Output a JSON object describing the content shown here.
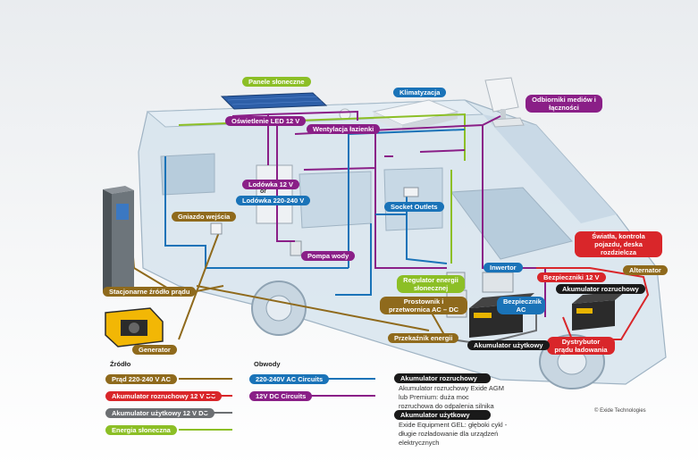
{
  "labels": {
    "solar_panels": "Panele słoneczne",
    "air_conditioning": "Klimatyzacja",
    "media_receivers": "Odbiorniki mediów i łączności",
    "led_lighting": "Oświetlenie LED 12 V",
    "bathroom_vent": "Wentylacja łazienki",
    "fridge_12v": "Lodówka 12 V",
    "or": "or",
    "fridge_ac": "Lodówka 220-240 V",
    "socket_outlets": "Socket Outlets",
    "input_socket": "Gniazdo wejścia",
    "water_pump": "Pompa wody",
    "lights_control": "Światła, kontrola pojazdu, deska rozdzielcza",
    "inverter": "Inwertor",
    "fuses_12v": "Bezpieczniki 12 V",
    "alternator": "Alternator",
    "stationary_source": "Stacjonarne źródło prądu",
    "solar_regulator": "Regulator energii słonecznej",
    "rectifier": "Prostownik i przetwornica AC – DC",
    "fuse_ac": "Bezpiecznik AC",
    "starter_battery": "Akumulator rozruchowy",
    "energy_relay": "Przekaźnik energii",
    "leisure_battery": "Akumulator użytkowy",
    "charge_distributor": "Dystrybutor prądu ładowania",
    "generator": "Generator"
  },
  "legend": {
    "source_title": "Źródło",
    "circuits_title": "Obwody",
    "sources": [
      {
        "label": "Prąd 220-240 V AC",
        "color": "#8f6a1c"
      },
      {
        "label": "Akumulator rozruchowy 12 V DC",
        "color": "#d9262a"
      },
      {
        "label": "Akumulator użytkowy 12 V DC",
        "color": "#6c6f72"
      },
      {
        "label": "Energia słoneczna",
        "color": "#8cbf26"
      }
    ],
    "circuits": [
      {
        "label": "220-240V AC Circuits",
        "color": "#1a73b8"
      },
      {
        "label": "12V DC Circuits",
        "color": "#8a1f87"
      }
    ]
  },
  "batteries_info": {
    "starter_title": "Akumulator rozruchowy",
    "starter_desc": "Akumulator rozruchowy Exide AGM lub Premium: duża moc rozruchowa do odpalenia silnika",
    "leisure_title": "Akumulator użytkowy",
    "leisure_desc": "Exide Equipment GEL: głęboki cykl - długie rozładowanie dla urządzeń elektrycznych"
  },
  "copyright": "© Exide Technologies",
  "colors": {
    "ac_power": "#8f6a1c",
    "starter_dc": "#d9262a",
    "leisure_dc": "#6c6f72",
    "solar": "#8cbf26",
    "ac_circuits": "#1a73b8",
    "dc_circuits": "#8a1f87"
  }
}
